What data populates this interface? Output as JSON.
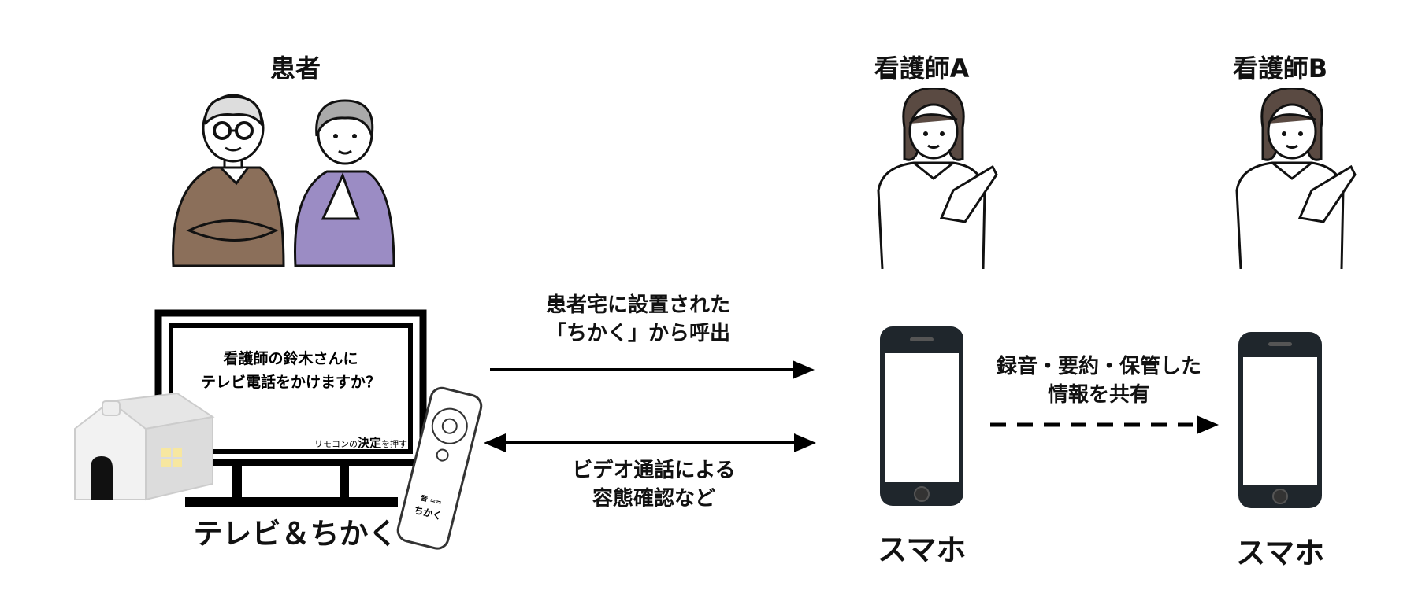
{
  "groups": {
    "patient": {
      "title": "患者"
    },
    "nurse_a": {
      "title": "看護師A"
    },
    "nurse_b": {
      "title": "看護師B"
    }
  },
  "tv": {
    "screen_line1": "看護師の鈴木さんに",
    "screen_line2": "テレビ電話をかけますか？",
    "remote_hint_pre": "リモコンの",
    "remote_hint_bold": "決定",
    "remote_hint_post": "を押す",
    "label": "テレビ＆ちかく"
  },
  "remote": {
    "badge_top": "音 ==",
    "badge_text": "ちかく"
  },
  "arrows": {
    "call": {
      "line1": "患者宅に設置された",
      "line2": "「ちかく」から呼出"
    },
    "video": {
      "line1": "ビデオ通話による",
      "line2": "容態確認など"
    },
    "share": {
      "line1": "録音・要約・保管した",
      "line2": "情報を共有"
    }
  },
  "devices": {
    "phone_a_label": "スマホ",
    "phone_b_label": "スマホ"
  },
  "colors": {
    "patient_man_sweater": "#8b6f5a",
    "patient_woman_sweater": "#9b8cc4",
    "phone_body": "#1f262c"
  }
}
